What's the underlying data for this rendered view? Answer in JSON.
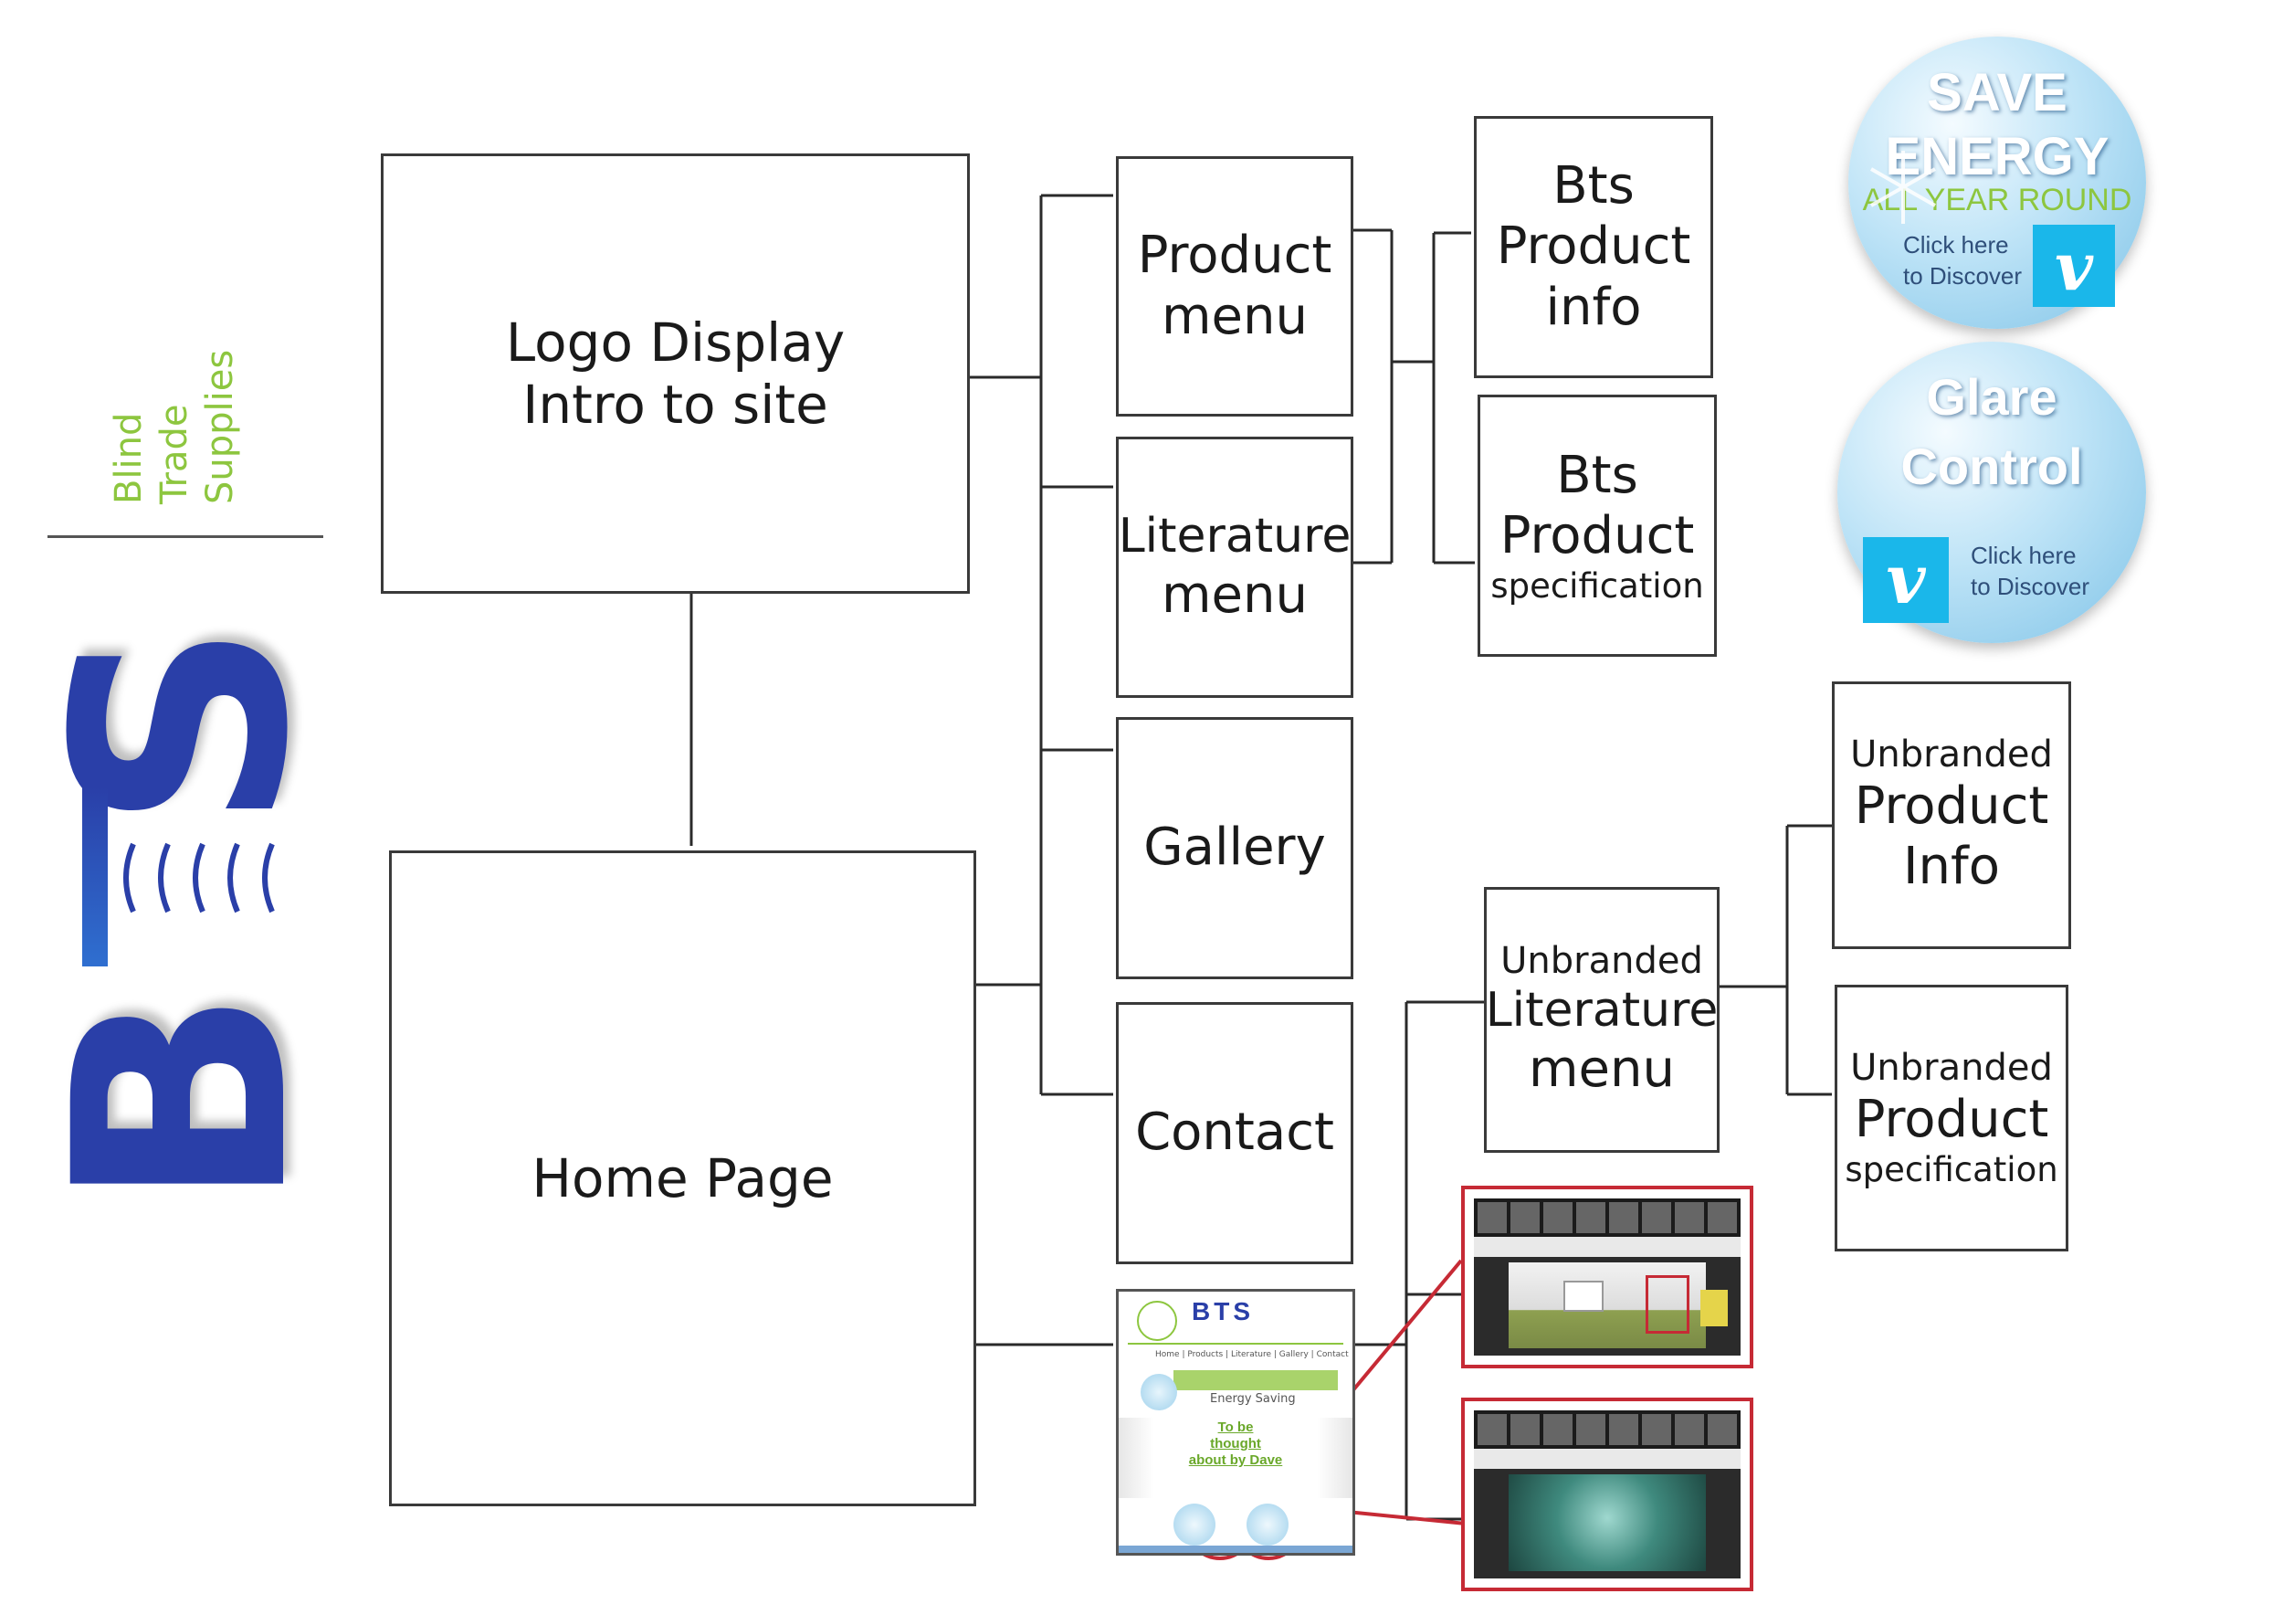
{
  "brand": {
    "words": [
      "Blind",
      "Trade",
      "Supplies"
    ],
    "letters": [
      "B",
      "T",
      "S"
    ],
    "accent_green": "#8dc63f",
    "accent_blue": "#2a3fa8"
  },
  "nodes": {
    "logo_display": [
      "Logo Display",
      "Intro to site"
    ],
    "home_page": [
      "Home Page"
    ],
    "product_menu": [
      "Product",
      "menu"
    ],
    "literature_menu": [
      "Literature",
      "menu"
    ],
    "gallery": [
      "Gallery"
    ],
    "contact": [
      "Contact"
    ],
    "bts_product_info": [
      "Bts",
      "Product",
      "info"
    ],
    "bts_product_spec": [
      "Bts",
      "Product",
      "specification"
    ],
    "unbranded_literature_menu": [
      "Unbranded",
      "Literature",
      "menu"
    ],
    "unbranded_product_info": [
      "Unbranded",
      "Product",
      "Info"
    ],
    "unbranded_product_spec": [
      "Unbranded",
      "Product",
      "specification"
    ]
  },
  "badges": {
    "save_energy": {
      "line1": "SAVE",
      "line2": "ENERGY",
      "line3": "ALL YEAR ROUND",
      "cta1": "Click here",
      "cta2": "to Discover",
      "logo": "v"
    },
    "glare_control": {
      "line1": "Glare",
      "line2": "Control",
      "cta1": "Click here",
      "cta2": "to Discover",
      "logo": "v"
    }
  },
  "site_thumbnail": {
    "brand": "BTS",
    "nav": "Home | Products | Literature | Gallery | Contact",
    "banner": "Energy Saving",
    "note": [
      "To be",
      "thought",
      "about by Dave"
    ]
  },
  "colors": {
    "line": "#2a2a2a",
    "highlight_red": "#c62a35",
    "vimeo": "#1ab7ea"
  }
}
